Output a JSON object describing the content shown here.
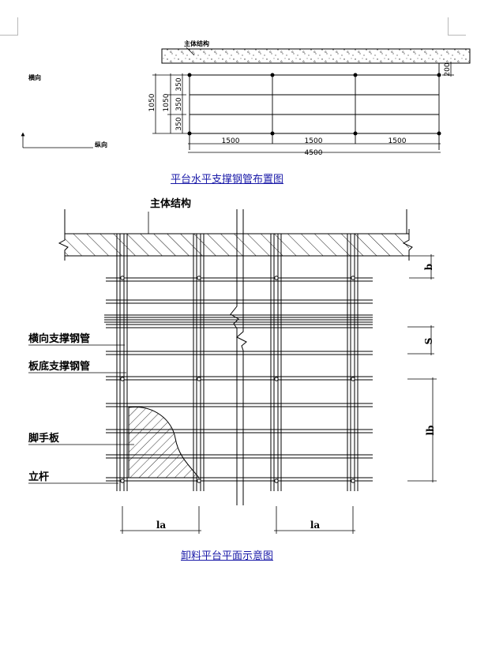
{
  "top_diagram": {
    "structure_label": "主体结构",
    "transverse_label": "横向",
    "longitudinal_label": "纵向",
    "dim_1050_a": "1050",
    "dim_1050_b": "1050",
    "dim_350_1": "350",
    "dim_350_2": "350",
    "dim_350_3": "350",
    "dim_200": "200",
    "dim_1500_1": "1500",
    "dim_1500_2": "1500",
    "dim_1500_3": "1500",
    "dim_4500": "4500",
    "caption": "平台水平支撑钢管布置图"
  },
  "bottom_diagram": {
    "structure_label": "主体结构",
    "label_transverse_pipe": "横向支撑钢管",
    "label_floor_pipe": "板底支撑钢管",
    "label_scaffold_board": "脚手板",
    "label_upright": "立杆",
    "dim_b": "b",
    "dim_s": "S",
    "dim_lb": "lb",
    "dim_la_1": "la",
    "dim_la_2": "la",
    "caption": "卸料平台平面示意图"
  }
}
